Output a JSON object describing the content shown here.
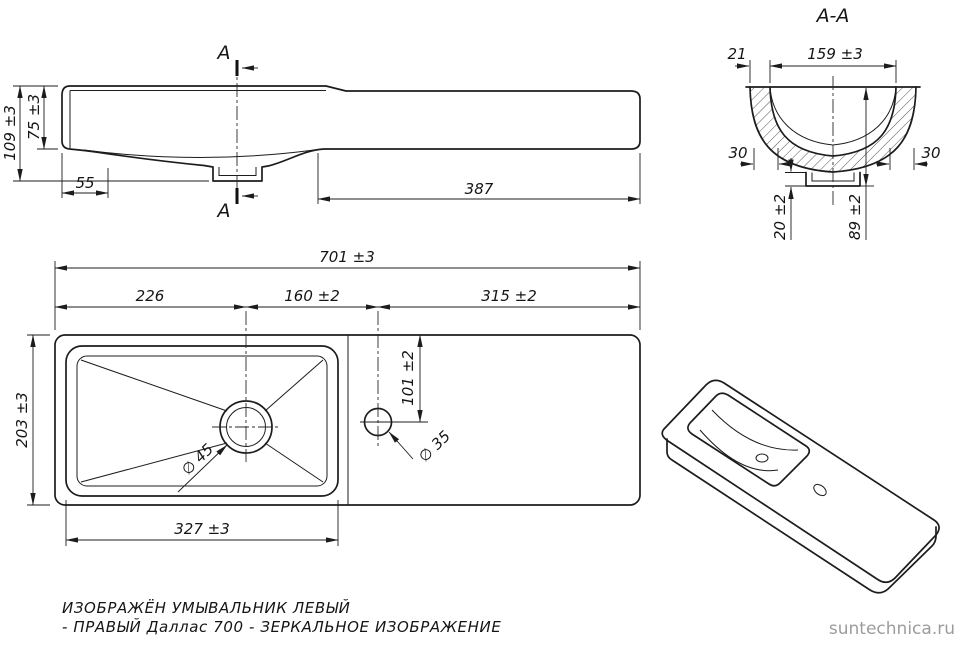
{
  "side_view": {
    "cut_label_top": "A",
    "cut_label_bottom": "A",
    "dim_height_total": "109 ±3",
    "dim_height_front": "75 ±3",
    "dim_left_offset": "55",
    "dim_right_span": "387"
  },
  "section_view": {
    "title": "A-A",
    "dim_rim_width": "21",
    "dim_inner_width": "159 ±3",
    "dim_wall_left": "30",
    "dim_wall_right": "30",
    "dim_drain_depth": "20 ±2",
    "dim_total_depth": "89 ±2"
  },
  "plan_view": {
    "dim_total_width": "701 ±3",
    "dim_left_segment": "226",
    "dim_mid_segment": "160 ±2",
    "dim_right_segment": "315 ±2",
    "dim_depth": "203 ±3",
    "dim_faucet_offset": "101 ±2",
    "dim_drain_diameter": "∅ 45",
    "dim_faucet_diameter": "∅ 35",
    "dim_bowl_width": "327 ±3"
  },
  "caption": {
    "line1": "ИЗОБРАЖЁН  УМЫВАЛЬНИК  ЛЕВЫЙ",
    "line2": "-  ПРАВЫЙ  Даллас 700  -  ЗЕРКАЛЬНОЕ  ИЗОБРАЖЕНИЕ"
  },
  "watermark": "suntechnica.ru"
}
